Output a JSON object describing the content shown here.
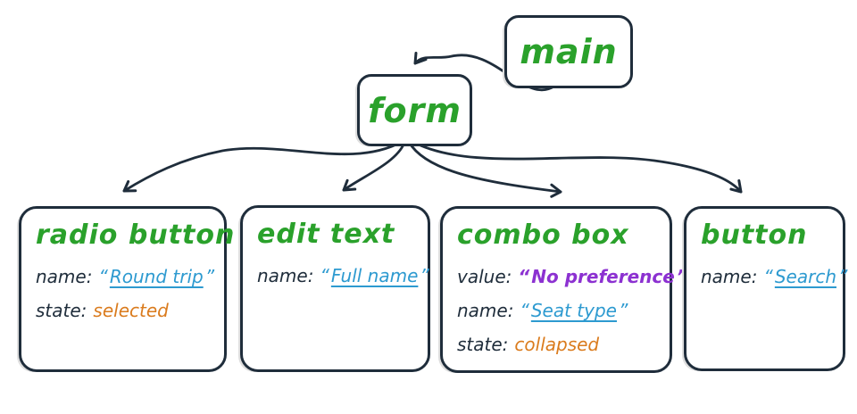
{
  "colors": {
    "background": "#ffffff",
    "stroke": "#1f2d3b",
    "node_title_green": "#2aa12b",
    "name_link_blue": "#2d9ad0",
    "state_orange": "#da7b1d",
    "value_purple": "#8c31d1"
  },
  "tree": {
    "root": {
      "label": "main"
    },
    "container": {
      "label": "form"
    },
    "leaves": [
      {
        "title": "radio button",
        "props": [
          {
            "label": "name:",
            "value": "Round trip",
            "kind": "name",
            "quoted": true,
            "underlined": true
          },
          {
            "label": "state:",
            "value": "selected",
            "kind": "state",
            "quoted": false,
            "underlined": false
          }
        ]
      },
      {
        "title": "edit text",
        "props": [
          {
            "label": "name:",
            "value": "Full name",
            "kind": "name",
            "quoted": true,
            "underlined": true
          }
        ]
      },
      {
        "title": "combo box",
        "props": [
          {
            "label": "value:",
            "value": "No preference",
            "kind": "value",
            "quoted": true,
            "underlined": false
          },
          {
            "label": "name:",
            "value": "Seat type",
            "kind": "name",
            "quoted": true,
            "underlined": true
          },
          {
            "label": "state:",
            "value": "collapsed",
            "kind": "state",
            "quoted": false,
            "underlined": false
          }
        ]
      },
      {
        "title": "button",
        "props": [
          {
            "label": "name:",
            "value": "Search",
            "kind": "name",
            "quoted": true,
            "underlined": true
          }
        ]
      }
    ],
    "edges": [
      {
        "from": "main",
        "to": "form"
      },
      {
        "from": "form",
        "to": "radio button"
      },
      {
        "from": "form",
        "to": "edit text"
      },
      {
        "from": "form",
        "to": "combo box"
      },
      {
        "from": "form",
        "to": "button"
      }
    ]
  }
}
